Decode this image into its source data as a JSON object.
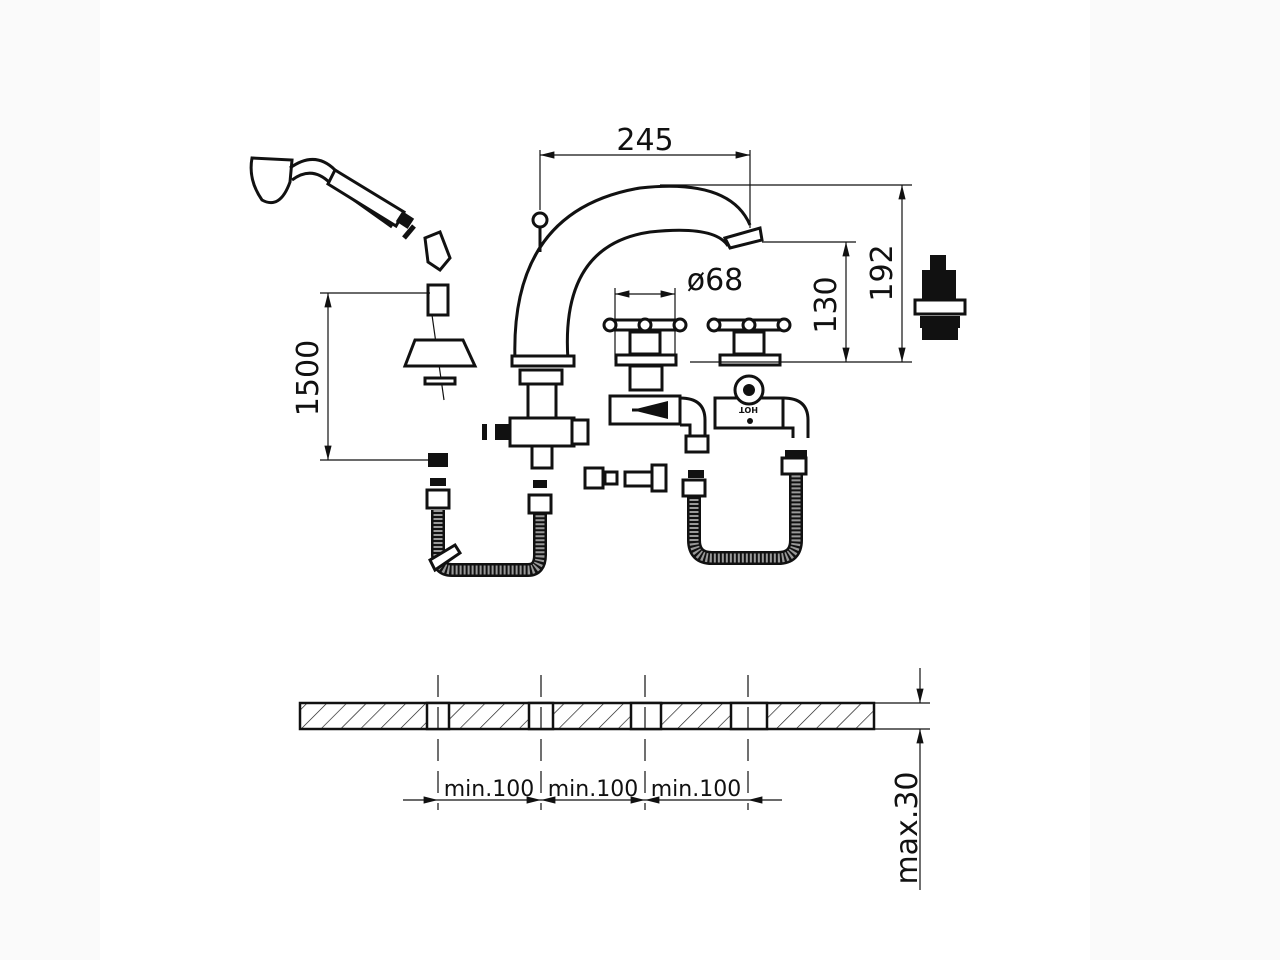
{
  "dimensions": {
    "spout_reach": "245",
    "handle_diameter": "ø68",
    "spout_height": "130",
    "total_height": "192",
    "hose_length": "1500",
    "hole_spacing": [
      "min.100",
      "min.100",
      "min.100"
    ],
    "deck_thickness": "max.30"
  },
  "labels": {
    "hot": "HOT"
  },
  "colors": {
    "line": "#111111",
    "background": "#ffffff"
  }
}
